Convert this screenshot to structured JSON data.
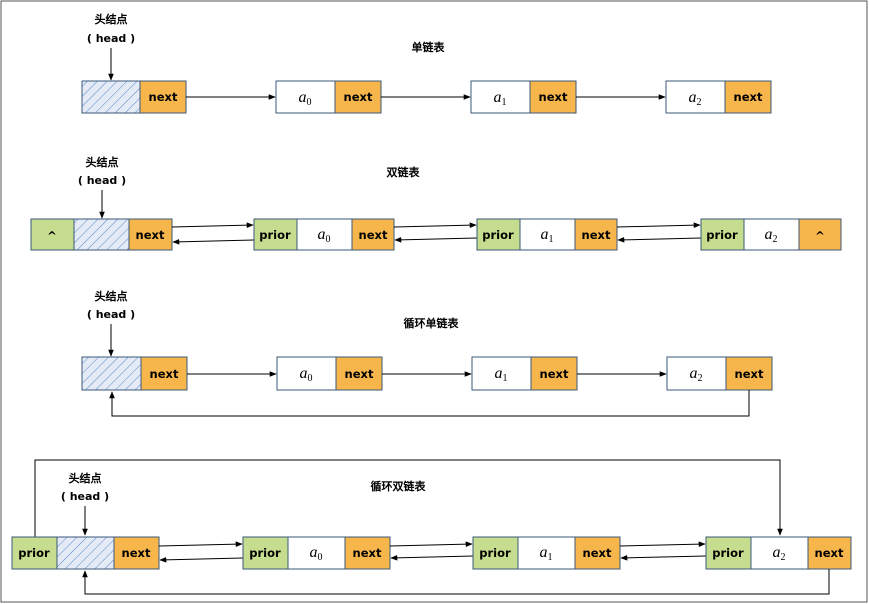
{
  "labels": {
    "head_cn": "头结点",
    "head_en": "( head )",
    "next": "next",
    "prior": "prior",
    "null_mark": "^",
    "a": "a",
    "sub0": "0",
    "sub1": "1",
    "sub2": "2"
  },
  "colors": {
    "next_fill": "#f7b64b",
    "prior_fill": "#c6dc8e",
    "node_border": "#3b5a7a",
    "hatch": "#5b86c4",
    "head_fill": "#dfe7f5",
    "outer_border": "#555555"
  },
  "sections": [
    {
      "id": "singly",
      "title": "单链表"
    },
    {
      "id": "doubly",
      "title": "双链表"
    },
    {
      "id": "circular-singly",
      "title": "循环单链表"
    },
    {
      "id": "circular-doubly",
      "title": "循环双链表"
    }
  ]
}
